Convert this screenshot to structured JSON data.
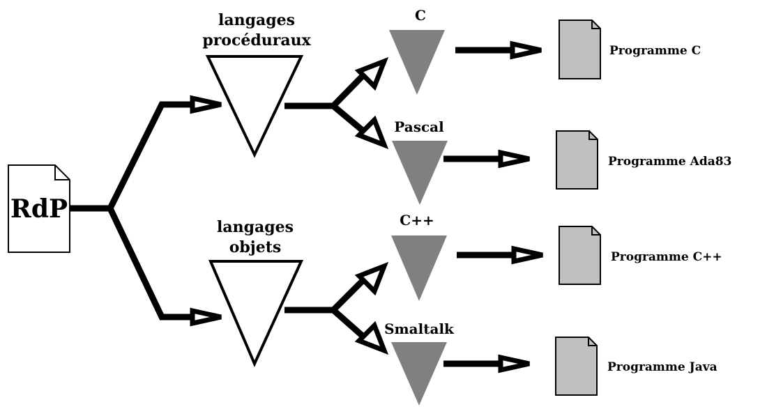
{
  "root": {
    "label": "RdP"
  },
  "groups": [
    {
      "line1": "langages",
      "line2": "procéduraux"
    },
    {
      "line1": "langages",
      "line2": "objets"
    }
  ],
  "languages": [
    "C",
    "Pascal",
    "C++",
    "Smaltalk"
  ],
  "outputs": [
    "Programme C",
    "Programme Ada83",
    "Programme C++",
    "Programme Java"
  ],
  "colors": {
    "stroke": "#000000",
    "language_fill": "#808080",
    "program_fill": "#c0c0c0",
    "background": "#ffffff"
  },
  "icons": {
    "root_document": "document-icon",
    "output_document": "document-icon",
    "arrowhead": "arrowhead-icon"
  }
}
